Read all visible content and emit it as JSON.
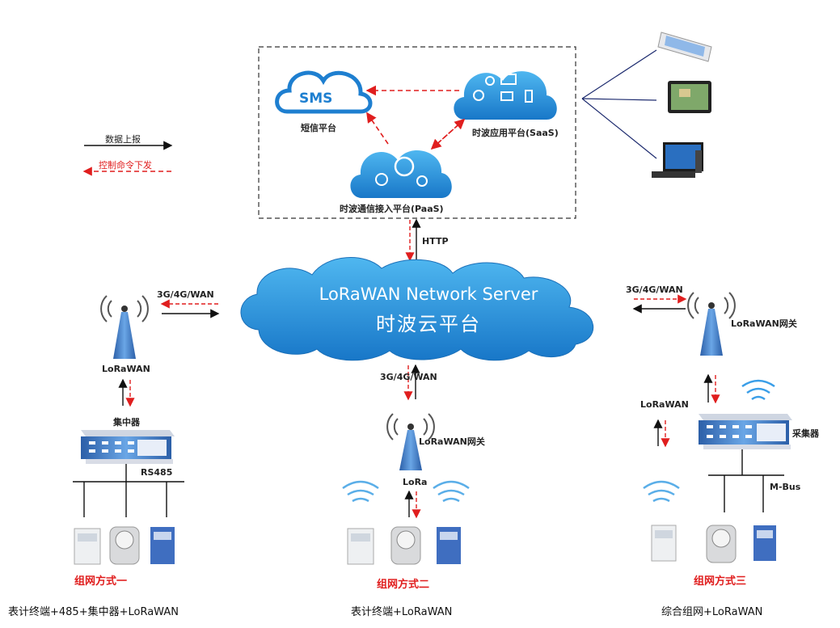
{
  "legend": {
    "up": "数据上报",
    "down": "控制命令下发"
  },
  "platform": {
    "sms": "SMS",
    "sms_label": "短信平台",
    "saas_label": "时波应用平台(SaaS)",
    "paas_label": "时波通信接入平台(PaaS)"
  },
  "http_label": "HTTP",
  "server": {
    "line1": "LoRaWAN Network Server",
    "line2": "时波云平台"
  },
  "left": {
    "wan": "3G/4G/WAN",
    "gateway_label": "LoRaWAN",
    "concentrator": "集中器",
    "bus": "RS485",
    "title": "组网方式一",
    "caption": "表计终端+485+集中器+LoRaWAN"
  },
  "middle": {
    "wan": "3G/4G/WAN",
    "gateway_label": "LoRaWAN网关",
    "lora": "LoRa",
    "title": "组网方式二",
    "caption": "表计终端+LoRaWAN"
  },
  "right": {
    "wan": "3G/4G/WAN",
    "gateway_label": "LoRaWAN网关",
    "link": "LoRaWAN",
    "collector": "采集器",
    "bus": "M-Bus",
    "title": "组网方式三",
    "caption": "综合组网+LoRaWAN"
  },
  "colors": {
    "accent_red": "#e01e1e",
    "cloud_blue": "#1a8fd8",
    "tower_blue": "#3a78c4"
  }
}
